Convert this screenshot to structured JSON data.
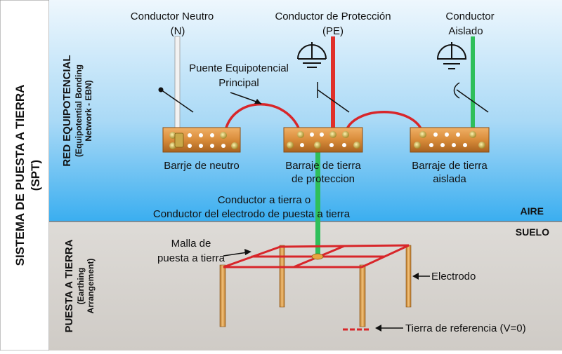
{
  "labels": {
    "sistema_line1": "SISTEMA DE PUESTA A TIERRA",
    "sistema_line2": "(SPT)",
    "red_line1": "RED EQUIPOTENCIAL",
    "red_line2": "(Equipotential Bonding",
    "red_line3": "Network - EBN)",
    "puesta_line1": "PUESTA A TIERRA",
    "puesta_line2": "(Earthing",
    "puesta_line3": "Arrangement)",
    "neutro_line1": "Conductor Neutro",
    "neutro_line2": "(N)",
    "pe_line1": "Conductor de Protección",
    "pe_line2": "(PE)",
    "aislado_line1": "Conductor",
    "aislado_line2": "Aislado",
    "puente_line1": "Puente Equipotencial",
    "puente_line2": "Principal",
    "barraje_neutro": "Barrje de neutro",
    "barraje_tierra_line1": "Barraje de tierra",
    "barraje_tierra_line2": "de proteccion",
    "barraje_aislada_line1": "Barraje de tierra",
    "barraje_aislada_line2": "aislada",
    "conductor_tierra_line1": "Conductor a tierra o",
    "conductor_tierra_line2": "Conductor del electrodo de puesta a tierra",
    "aire": "AIRE",
    "suelo": "SUELO",
    "malla_line1": "Malla de",
    "malla_line2": "puesta a tierra",
    "electrodo": "Electrodo",
    "tierra_referencia": "Tierra de referencia (V=0)"
  },
  "colors": {
    "air_top": "#eef7fd",
    "air_bottom": "#3aaef0",
    "soil": "#d6d3cf",
    "copper": "#d98c3a",
    "neutral_wire": "#f2f2f2",
    "pe_wire": "#e0302a",
    "isolated_wire": "#2fbf5a",
    "mesh": "#d8262a"
  }
}
